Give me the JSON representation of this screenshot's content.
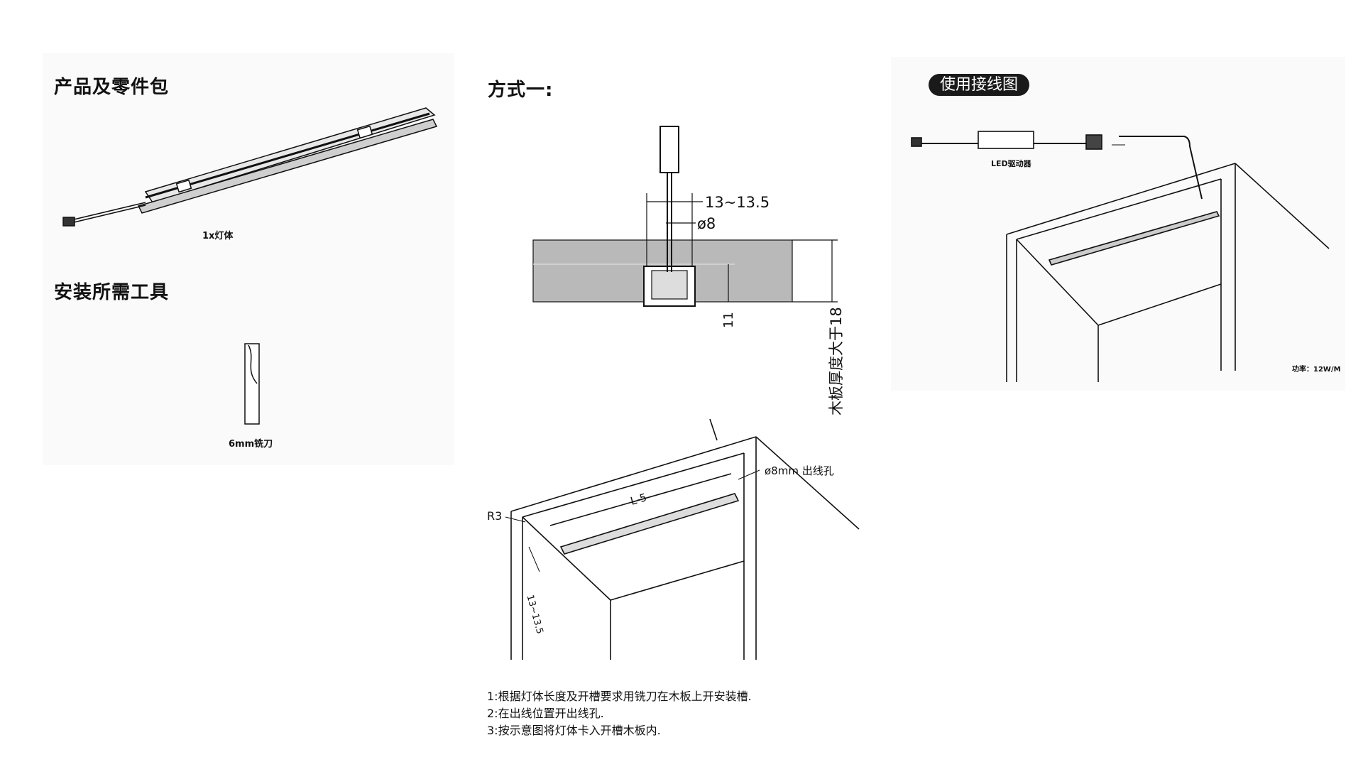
{
  "left": {
    "product_title": "产品及零件包",
    "product_caption": "1x灯体",
    "tools_title": "安装所需工具",
    "tool_caption": "6mm铣刀"
  },
  "middle": {
    "method_title": "方式一:",
    "dim_slot_width": "13~13.5",
    "dim_hole": "ø8",
    "dim_depth": "11",
    "dim_board": "木板厚度大于18",
    "hole_label": "ø8mm 出线孔",
    "length_label": "L-5",
    "radius_label": "R3",
    "offset_label": "13~13.5",
    "steps": [
      "1:根据灯体长度及开槽要求用铣刀在木板上开安装槽.",
      "2:在出线位置开出线孔.",
      "3:按示意图将灯体卡入开槽木板内."
    ]
  },
  "right": {
    "wiring_title": "使用接线图",
    "driver_label": "LED驱动器",
    "power_label": "功率：12W/M"
  }
}
